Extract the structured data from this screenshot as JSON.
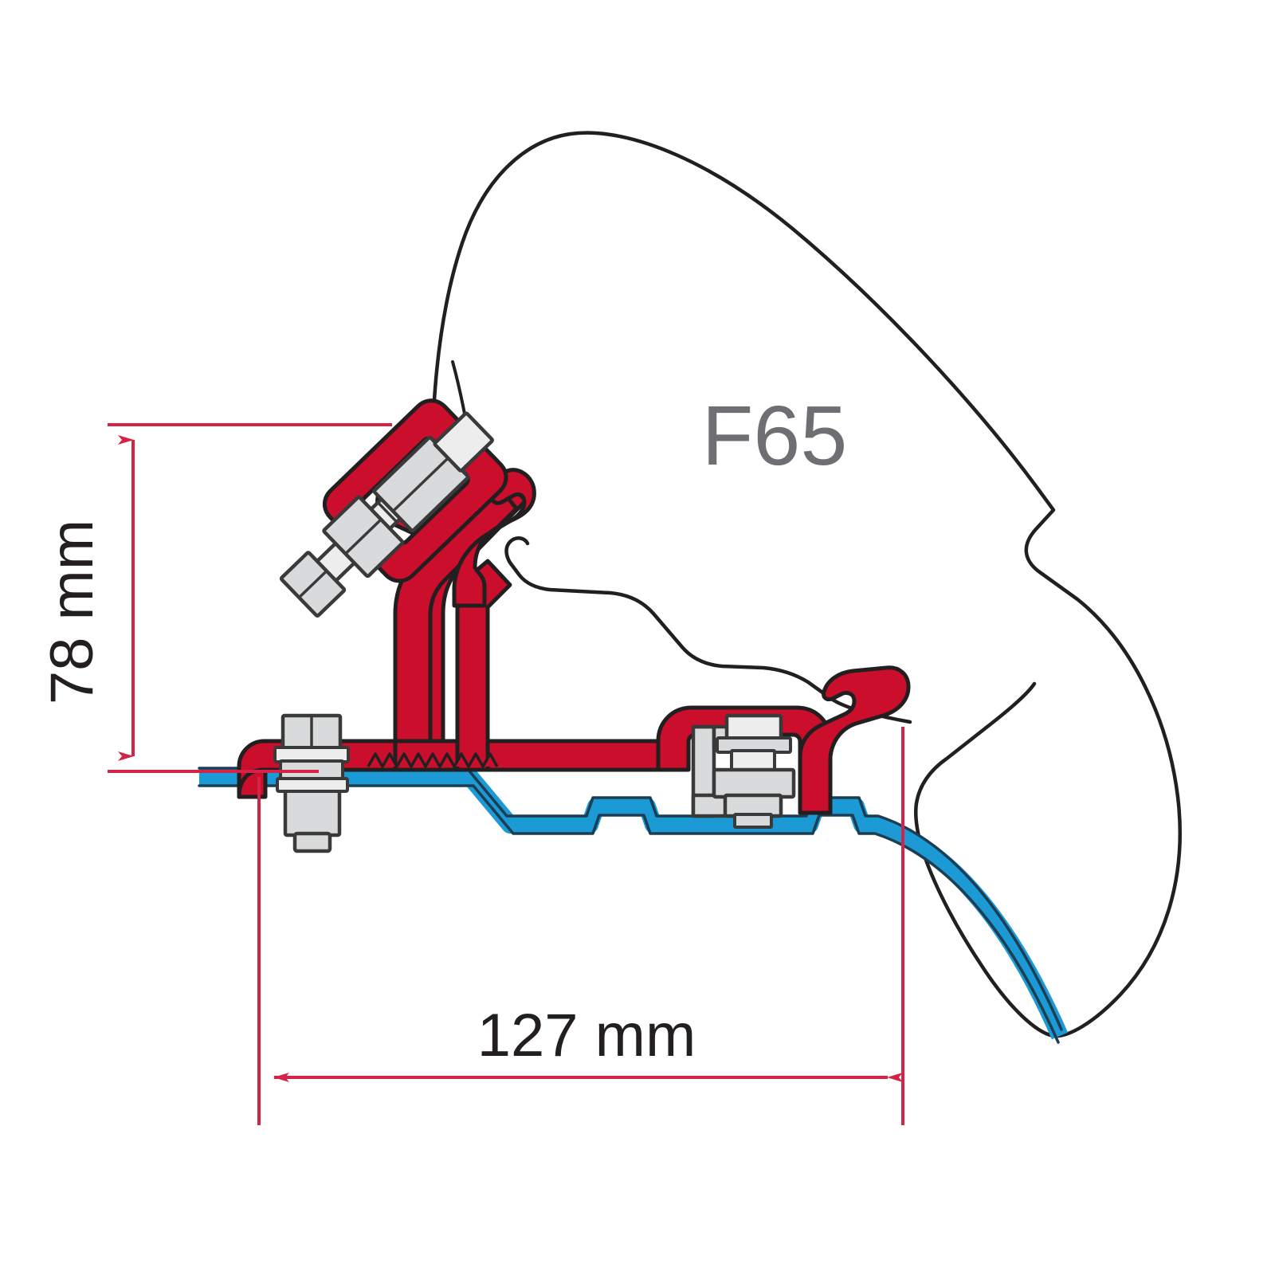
{
  "diagram": {
    "title": "F65 awning adapter bracket cross-section",
    "product_label": "F65",
    "dimensions": {
      "height": {
        "label": "78 mm",
        "value": 78,
        "unit": "mm",
        "orientation": "vertical"
      },
      "width": {
        "label": "127 mm",
        "value": 127,
        "unit": "mm",
        "orientation": "horizontal"
      }
    },
    "colors": {
      "adapter_red": "#CC0E2D",
      "adapter_red_dark": "#1a1a1a",
      "roof_rail_blue": "#1C9AD6",
      "dimension_line": "#D32347",
      "outline_black": "#231f20",
      "hardware_gray": "#D9DADB",
      "hardware_gray_light": "#EDEDEE",
      "product_text": "#6e6e73",
      "background": "#ffffff"
    },
    "components": [
      {
        "name": "vehicle-roof-outline",
        "color_key": "outline_black",
        "description": "vehicle body profile outline"
      },
      {
        "name": "adapter-bracket-profile",
        "color_key": "adapter_red",
        "description": "red awning adapter extrusion"
      },
      {
        "name": "roof-rail-profile",
        "color_key": "roof_rail_blue",
        "description": "blue vehicle roof rail"
      },
      {
        "name": "clamp-bolt-upper",
        "color_key": "hardware_gray",
        "description": "upper clamp bolt and nut"
      },
      {
        "name": "mounting-bolt-left",
        "color_key": "hardware_gray",
        "description": "left mounting bolt with nut"
      },
      {
        "name": "mounting-bolt-right",
        "color_key": "hardware_gray",
        "description": "right sliding block bolt"
      },
      {
        "name": "serrated-grip-teeth",
        "color_key": "adapter_red",
        "description": "serrated teeth on adapter underside"
      }
    ]
  }
}
